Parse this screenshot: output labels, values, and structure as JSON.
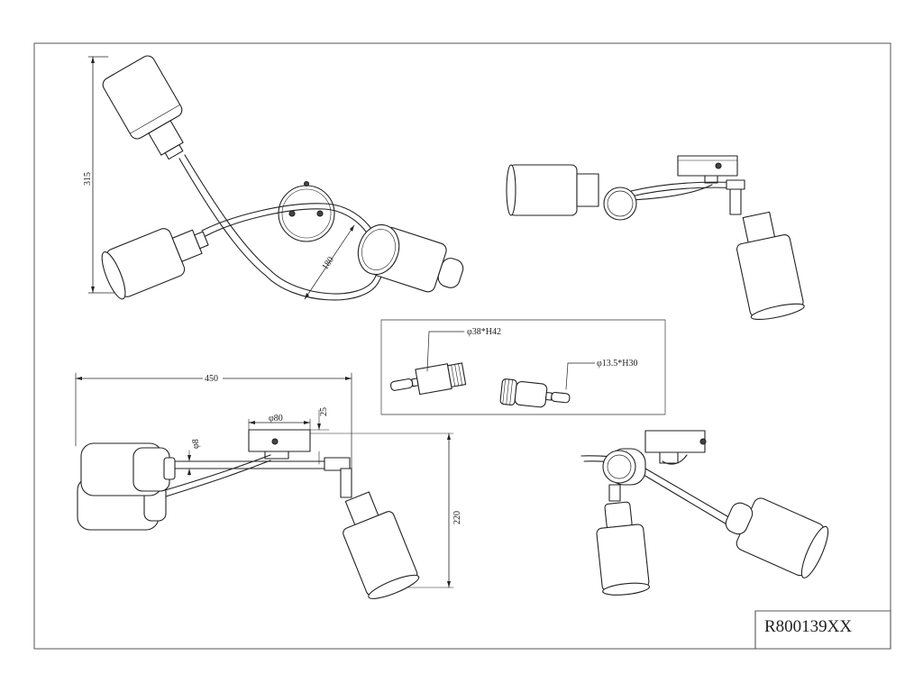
{
  "drawing": {
    "model_number": "R800139XX",
    "top_view": {
      "height_dim": "315",
      "arm_dim": "180"
    },
    "front_view": {
      "width_dim": "450",
      "height_dim": "220",
      "base_diameter": "φ80",
      "base_height": "25",
      "arm_diameter": "φ8"
    },
    "detail_box": {
      "socket_large": "φ38*H42",
      "socket_small": "φ13.5*H30"
    }
  }
}
